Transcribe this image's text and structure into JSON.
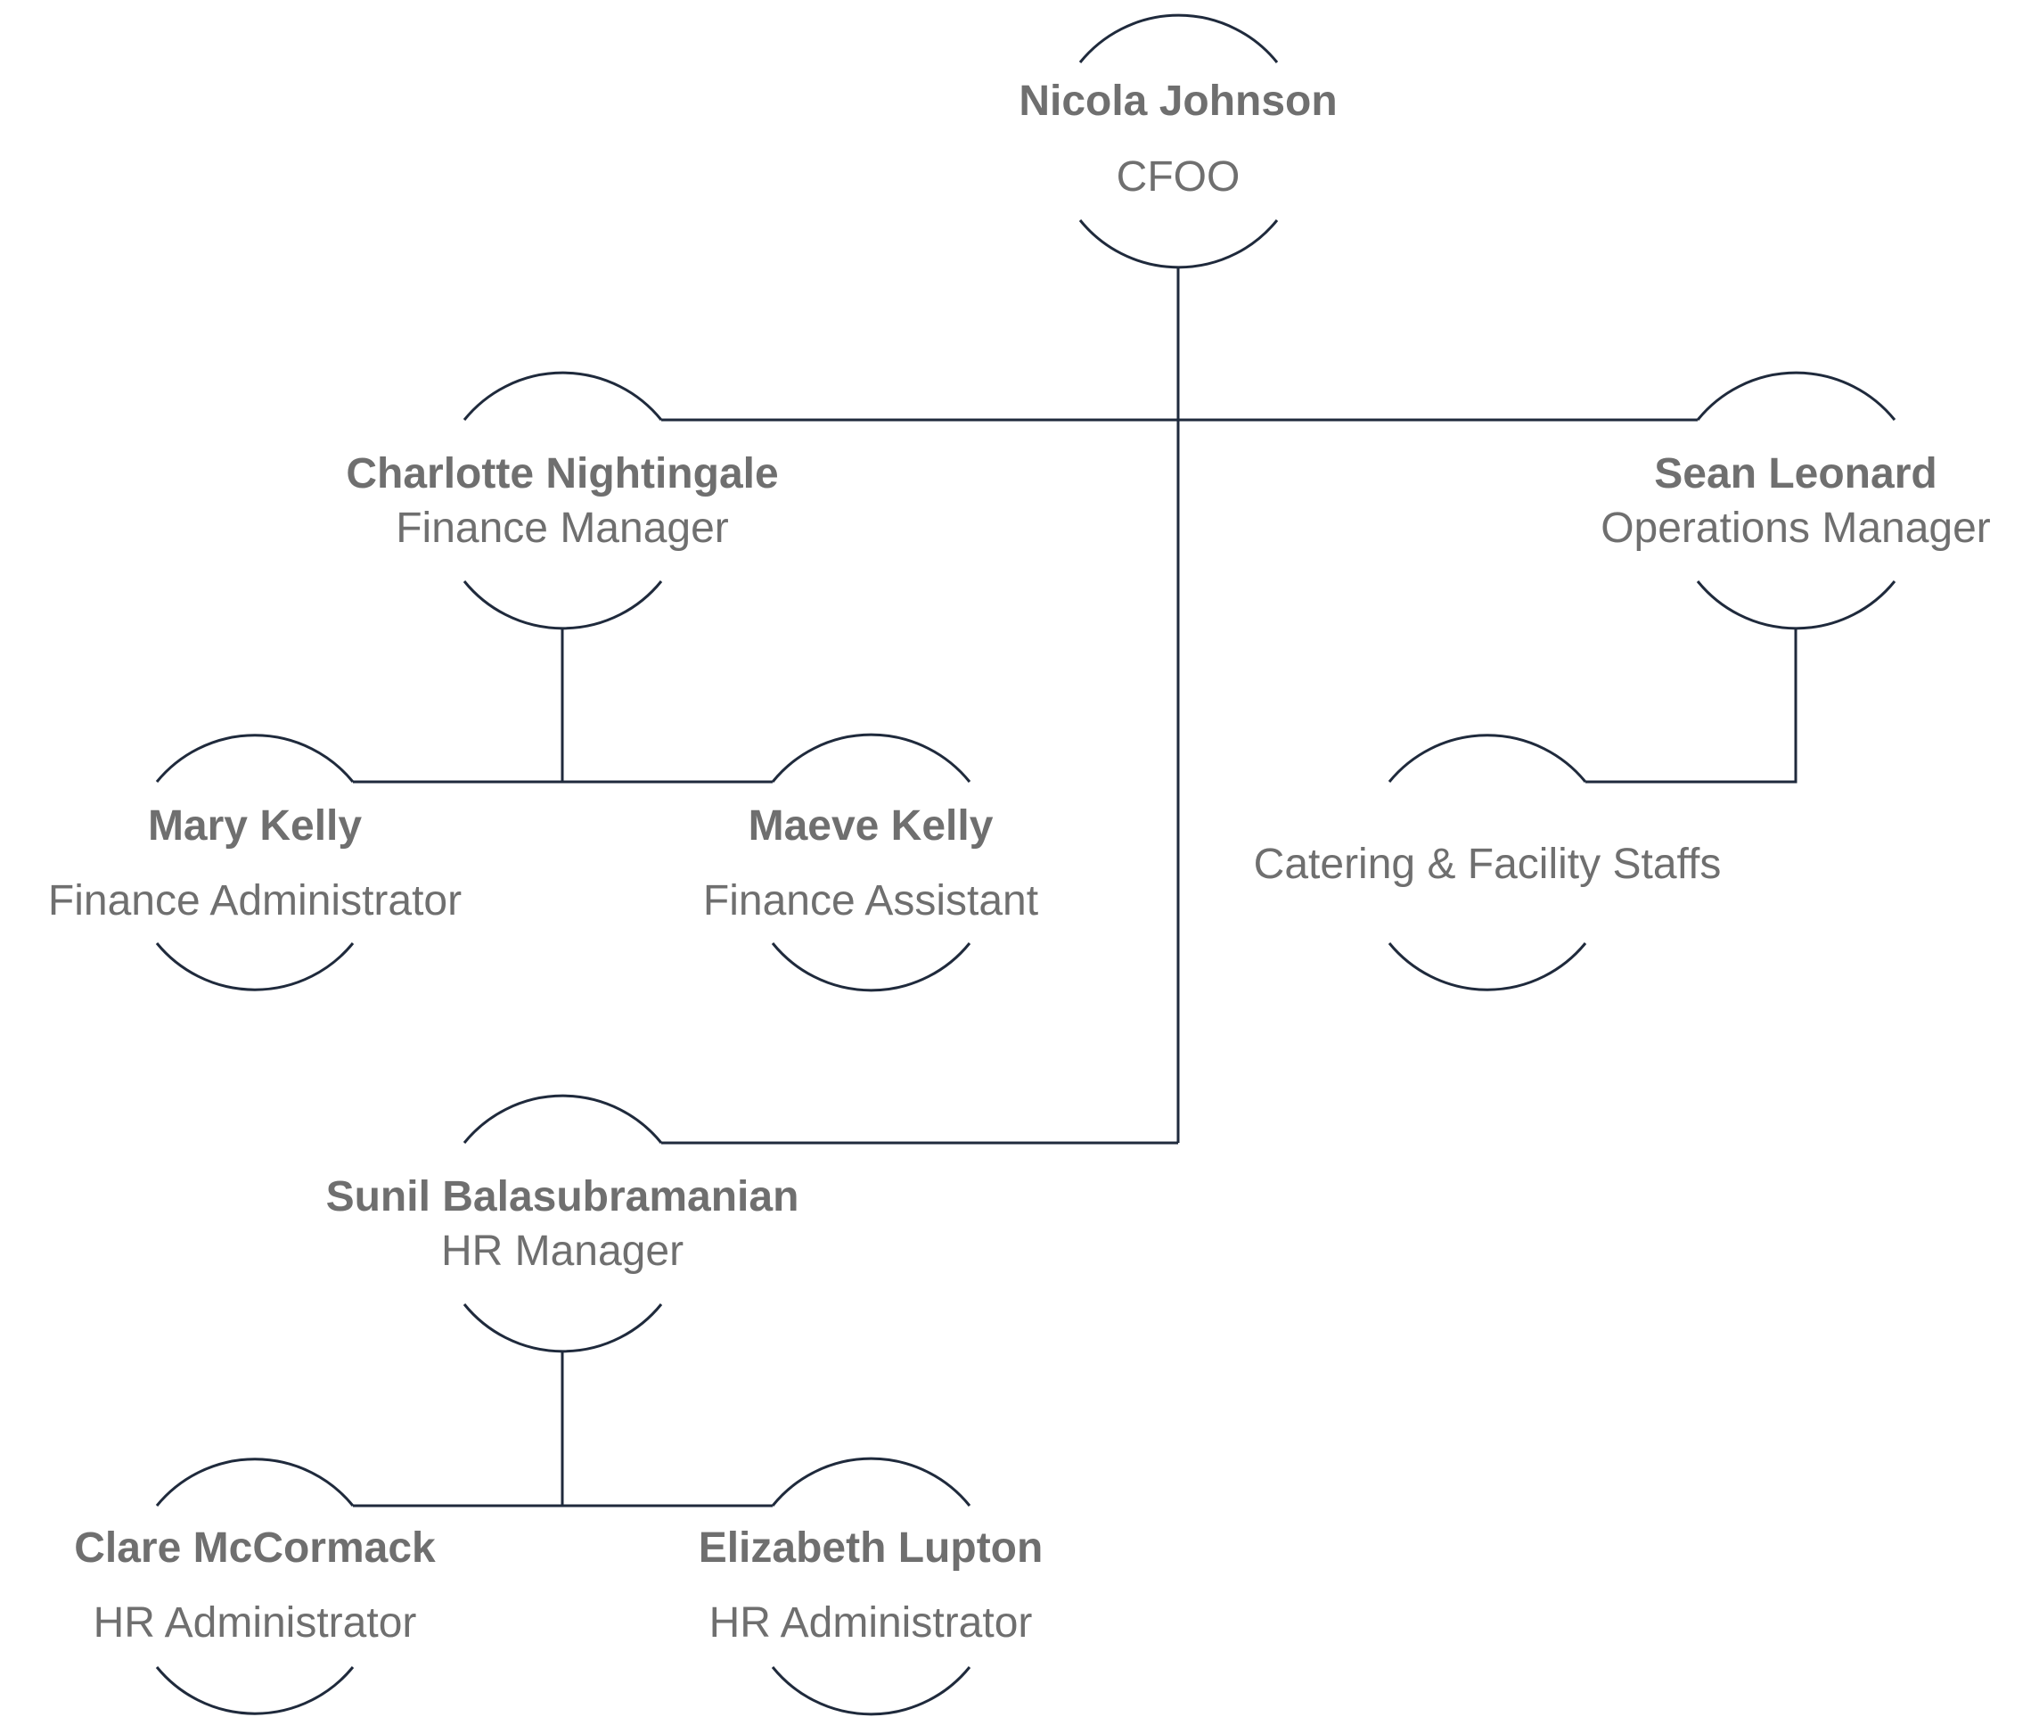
{
  "org_chart": {
    "nodes": [
      {
        "id": "nicola",
        "name": "Nicola Johnson",
        "role": "CFOO",
        "reports_to": ""
      },
      {
        "id": "charlotte",
        "name": "Charlotte Nightingale",
        "role": "Finance Manager",
        "reports_to": "nicola"
      },
      {
        "id": "sean",
        "name": "Sean Leonard",
        "role": "Operations Manager",
        "reports_to": "nicola"
      },
      {
        "id": "mary",
        "name": "Mary Kelly",
        "role": "Finance Administrator",
        "reports_to": "charlotte"
      },
      {
        "id": "maeve",
        "name": "Maeve Kelly",
        "role": "Finance Assistant",
        "reports_to": "charlotte"
      },
      {
        "id": "catering",
        "name": "",
        "role": "Catering & Facility Staffs",
        "reports_to": "sean"
      },
      {
        "id": "sunil",
        "name": "Sunil Balasubramanian",
        "role": "HR Manager",
        "reports_to": "nicola"
      },
      {
        "id": "clare",
        "name": "Clare McCormack",
        "role": "HR Administrator",
        "reports_to": "sunil"
      },
      {
        "id": "elizabeth",
        "name": "Elizabeth Lupton",
        "role": "HR Administrator",
        "reports_to": "sunil"
      }
    ],
    "colors": {
      "line": "#1f2a3c",
      "text": "#6f6f6f",
      "background": "#ffffff"
    }
  }
}
